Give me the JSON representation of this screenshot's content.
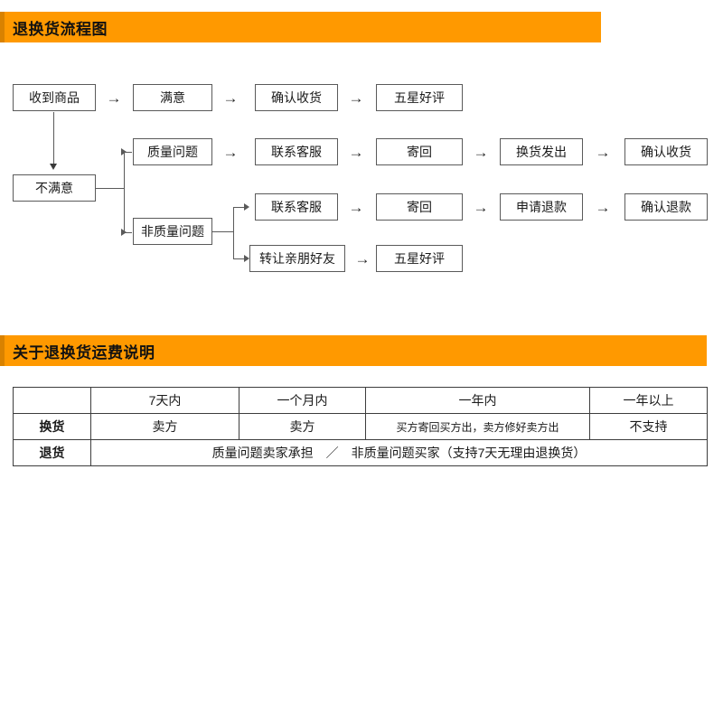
{
  "sections": {
    "flowchart": {
      "title": "退换货流程图"
    },
    "shipping": {
      "title": "关于退换货运费说明"
    }
  },
  "colors": {
    "accent": "#FF9900",
    "accent_edge": "#d98200",
    "box_border": "#5a5a5a",
    "text": "#1a1a1a"
  },
  "flowchart": {
    "arrow_glyph": "→",
    "nodes": {
      "received": "收到商品",
      "satisfied": "满意",
      "confirm_receipt_top": "确认收货",
      "five_star_top": "五星好评",
      "not_satisfied": "不满意",
      "quality_issue": "质量问题",
      "contact_service_1": "联系客服",
      "send_back_1": "寄回",
      "exchange_sent": "换货发出",
      "confirm_receipt_2": "确认收货",
      "non_quality_issue": "非质量问题",
      "contact_service_2": "联系客服",
      "send_back_2": "寄回",
      "apply_refund": "申请退款",
      "confirm_refund": "确认退款",
      "transfer_friends": "转让亲朋好友",
      "five_star_bottom": "五星好评"
    }
  },
  "fee_table": {
    "headers": [
      "",
      "7天内",
      "一个月内",
      "一年内",
      "一年以上"
    ],
    "rows": [
      {
        "label": "换货",
        "cells": [
          "卖方",
          "卖方",
          "买方寄回买方出，卖方修好卖方出",
          "不支持"
        ]
      },
      {
        "label": "退货",
        "merged_note": "质量问题卖家承担　／　非质量问题买家（支持7天无理由退换货）"
      }
    ]
  }
}
